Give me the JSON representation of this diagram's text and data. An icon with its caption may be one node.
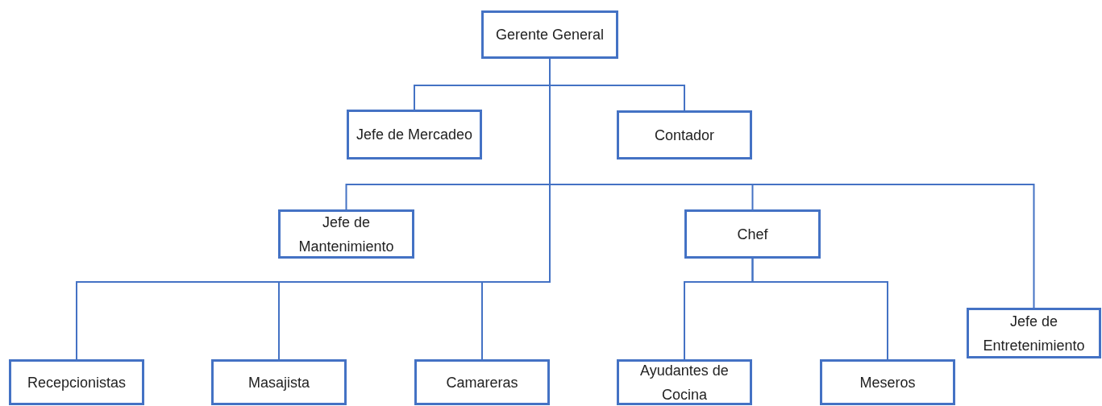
{
  "diagram": {
    "nodes": [
      {
        "text": [
          "Gerente General"
        ]
      },
      {
        "text": [
          "Jefe de Mercadeo"
        ]
      },
      {
        "text": [
          "Contador"
        ]
      },
      {
        "text": [
          "Jefe de Mantenimiento"
        ]
      },
      {
        "text": [
          "Chef"
        ]
      },
      {
        "text": [
          "Jefe de Entretenimiento"
        ]
      },
      {
        "text": [
          "Recepcionistas"
        ]
      },
      {
        "text": [
          "Masajista"
        ]
      },
      {
        "text": [
          "Camareras"
        ]
      },
      {
        "text": [
          "Ayudantes de Cocina"
        ]
      },
      {
        "text": [
          "Meseros"
        ]
      }
    ],
    "edges": [
      {
        "from": 0,
        "to": 1,
        "arrow": "none"
      },
      {
        "from": 0,
        "to": 2,
        "arrow": "none"
      },
      {
        "from": 0,
        "to": 3,
        "arrow": "none"
      },
      {
        "from": 0,
        "to": 4,
        "arrow": "none"
      },
      {
        "from": 0,
        "to": 5,
        "arrow": "none"
      },
      {
        "from": 0,
        "to": 6,
        "arrow": "none"
      },
      {
        "from": 0,
        "to": 7,
        "arrow": "none"
      },
      {
        "from": 0,
        "to": 8,
        "arrow": "none"
      },
      {
        "from": 4,
        "to": 9,
        "arrow": "none"
      },
      {
        "from": 4,
        "to": 10,
        "arrow": "none"
      }
    ]
  }
}
